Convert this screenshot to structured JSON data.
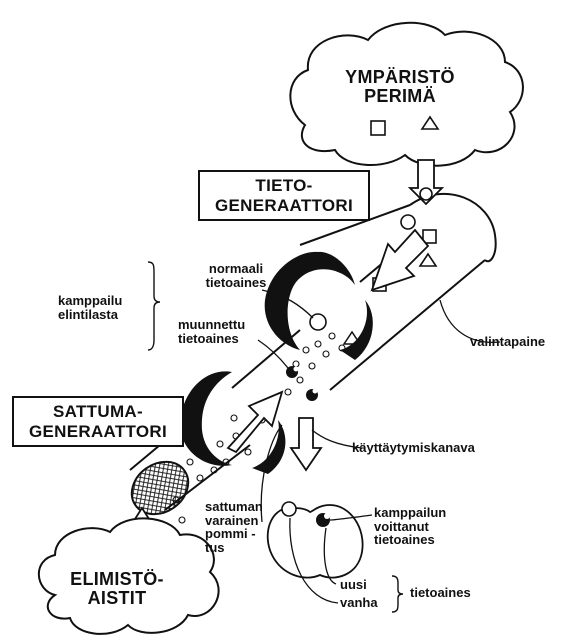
{
  "labels": {
    "environment": "YMPÄRISTÖ\nPERIMÄ",
    "info_generator": "TIETO-\nGENERAATTORI",
    "chance_generator": "SATTUMA-\nGENERAATTORI",
    "organism_senses": "ELIMISTÖ-\nAISTIT",
    "normal_info": "normaali\ntietoaines",
    "modified_info": "muunnettu\ntietoaines",
    "competition": "kamppailu\nelintilasta",
    "selection_pressure": "valintapaine",
    "behaviour_channel": "käyttäytymiskanava",
    "random_bombardment": "sattuman\nvarainen\npommi -\ntus",
    "winning_info": "kamppailun\nvoittanut\ntietoaines",
    "new": "uusi",
    "old": "vanha",
    "info_material": "tietoaines"
  },
  "colors": {
    "ink": "#111111",
    "paper": "#ffffff"
  }
}
